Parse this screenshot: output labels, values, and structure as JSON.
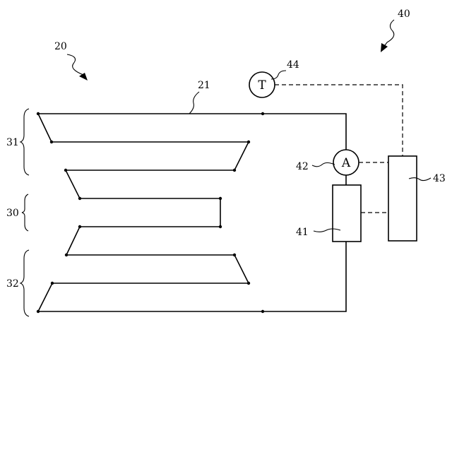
{
  "labels": {
    "system": "20",
    "wire": "21",
    "section_middle": "30",
    "section_top": "31",
    "section_bottom": "32",
    "controller": "40",
    "unit_41": "41",
    "ammeter_ref": "42",
    "unit_43": "43",
    "thermo_ref": "44"
  },
  "symbols": {
    "ammeter": "A",
    "thermometer": "T"
  }
}
